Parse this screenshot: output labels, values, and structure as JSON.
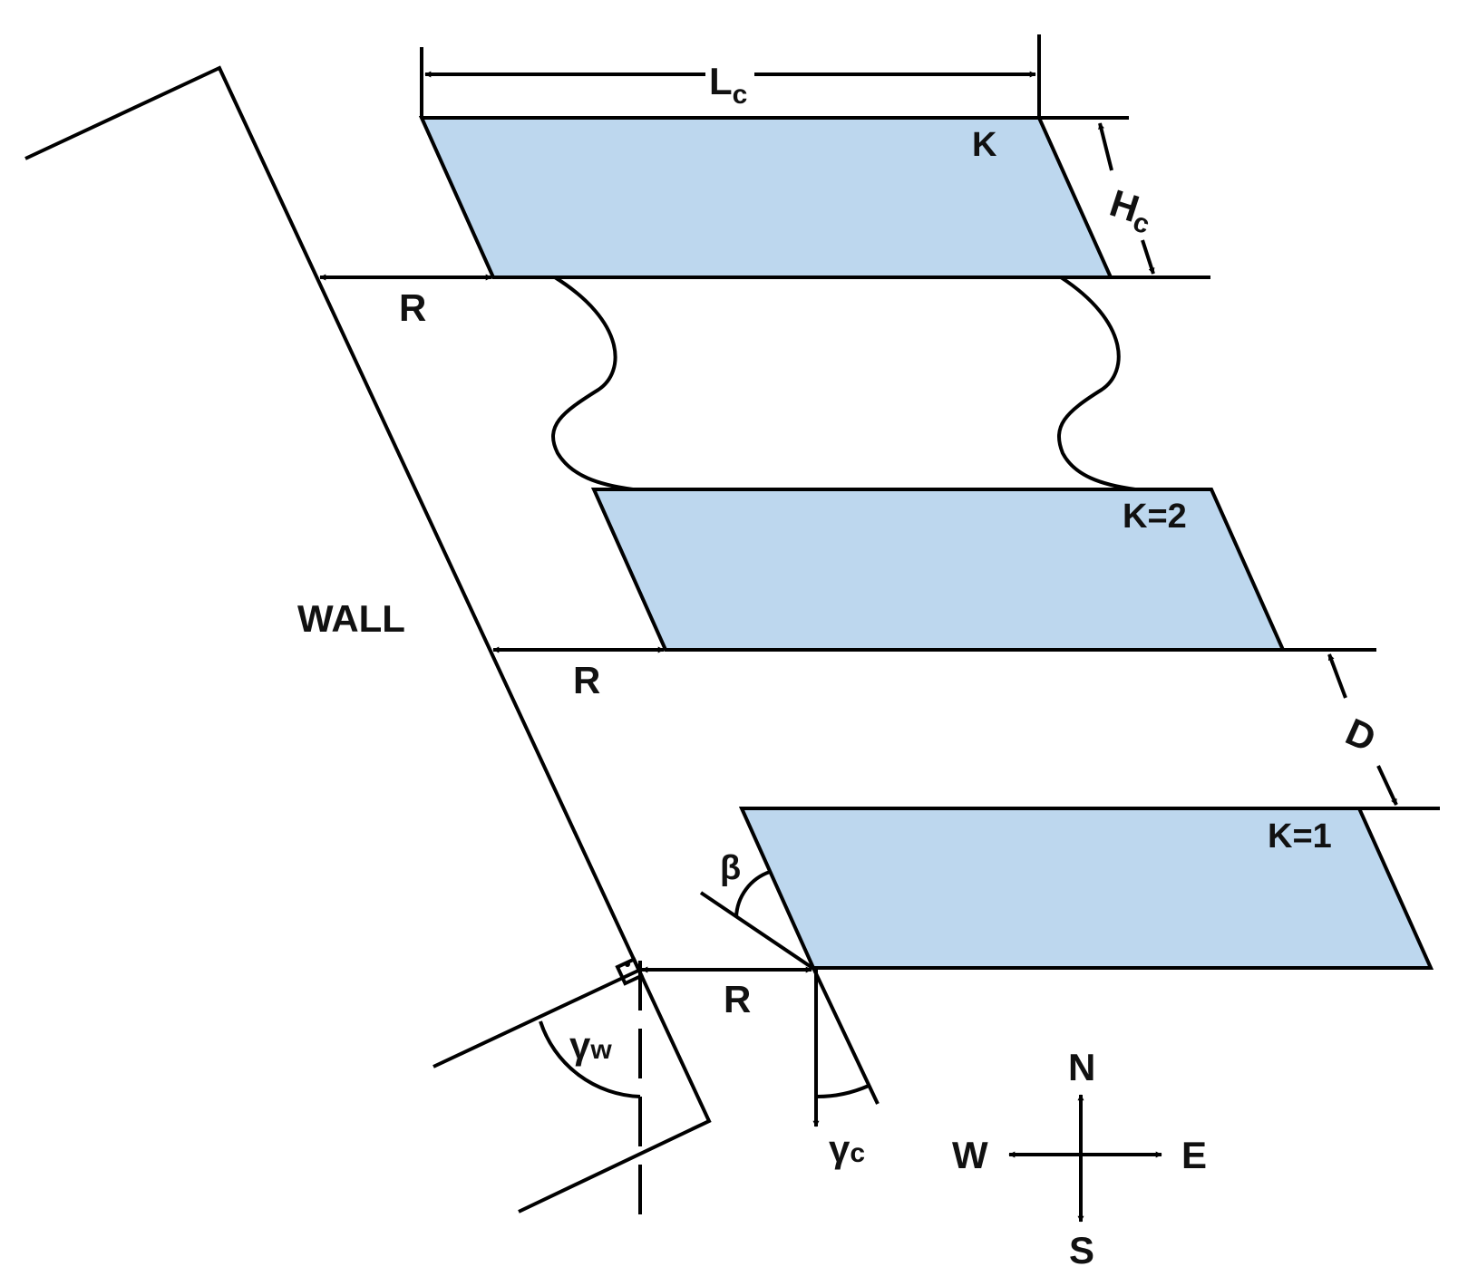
{
  "colors": {
    "panel_fill": "#bdd7ee",
    "line": "#000000",
    "text": "#111111",
    "background": "#ffffff"
  },
  "labels": {
    "length": {
      "main": "L",
      "sub": "c"
    },
    "height": {
      "main": "H",
      "sub": "c"
    },
    "row_top": "K",
    "row_middle": "K=2",
    "row_bottom": "K=1",
    "spacing_top": "R",
    "spacing_middle": "R",
    "spacing_bottom": "R",
    "row_distance": "D",
    "wall": "WALL",
    "tilt_angle": "β",
    "wall_azimuth": {
      "main": "γ",
      "sub": "w"
    },
    "collector_azimuth": {
      "main": "γ",
      "sub": "c"
    }
  },
  "compass": {
    "north": "N",
    "south": "S",
    "east": "E",
    "west": "W"
  }
}
